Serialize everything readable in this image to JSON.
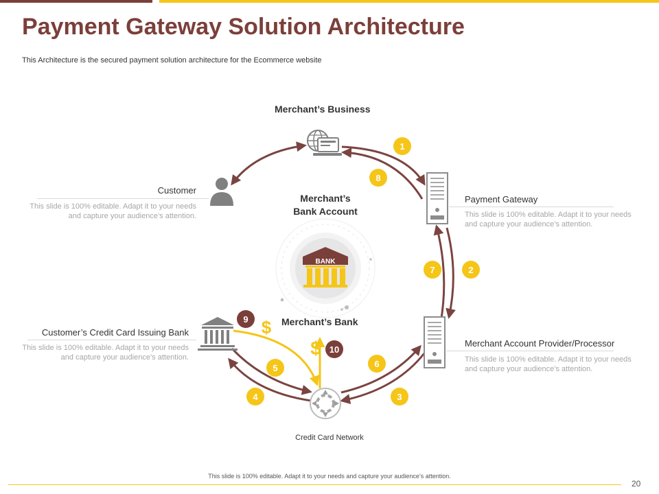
{
  "title": "Payment Gateway Solution Architecture",
  "subtitle": "This Architecture is the secured payment solution architecture for the Ecommerce website",
  "nodes": {
    "merchants_business": {
      "label": "Merchant’s Business"
    },
    "customer": {
      "label": "Customer",
      "description": "This slide is 100% editable. Adapt it to your needs and capture your audience’s attention."
    },
    "payment_gateway": {
      "label": "Payment Gateway",
      "description": "This slide is 100% editable. Adapt it to your needs and capture your audience’s attention."
    },
    "merchant_account_provider": {
      "label": "Merchant Account Provider/Processor",
      "description": "This slide is 100% editable. Adapt it to your needs and capture your audience’s attention."
    },
    "issuing_bank": {
      "label": "Customer’s Credit Card Issuing Bank",
      "description": "This slide is 100% editable. Adapt it to your needs and capture your audience’s attention."
    },
    "credit_card_network": {
      "label": "Credit Card Network"
    },
    "merchants_bank": {
      "label": "Merchant’s Bank"
    },
    "merchants_bank_account": {
      "label_line1": "Merchant’s",
      "label_line2": "Bank Account",
      "bank_sign": "BANK"
    }
  },
  "steps": [
    "1",
    "2",
    "3",
    "4",
    "5",
    "6",
    "7",
    "8",
    "9",
    "10"
  ],
  "currency_symbol": "$",
  "colors": {
    "brown": "#7b3f3a",
    "arrow": "#7a4440",
    "yellow": "#f5c518",
    "gray": "#808080"
  },
  "footer": {
    "text": "This slide is 100% editable.  Adapt it to your needs and capture your audience’s attention.",
    "page_number": "20"
  }
}
